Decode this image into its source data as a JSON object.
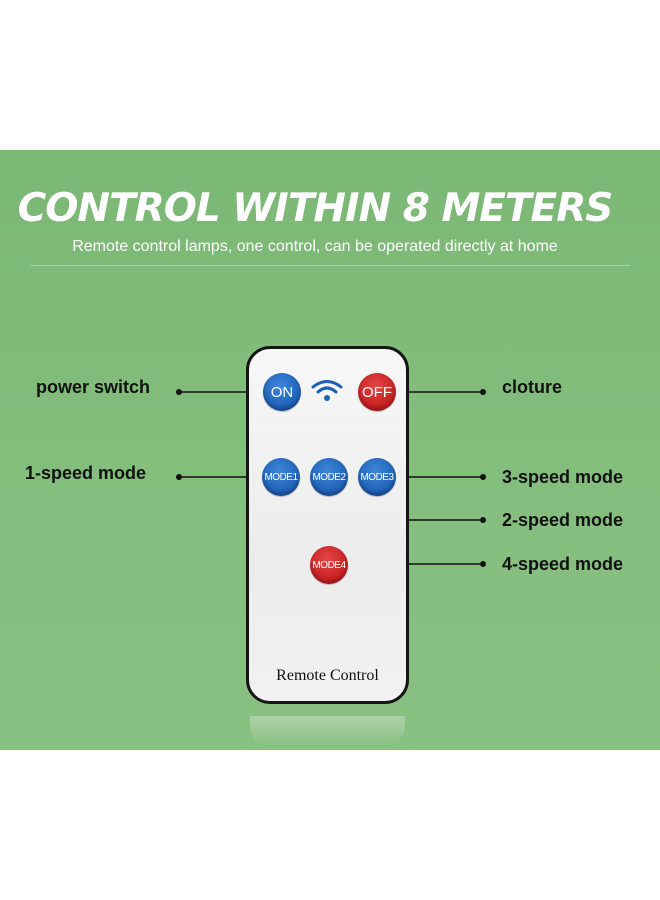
{
  "headline": "CONTROL WITHIN 8 METERS",
  "subheadline": "Remote control lamps, one control, can be operated directly at home",
  "labels": {
    "power_switch": "power switch",
    "cloture": "cloture",
    "speed1": "1-speed mode",
    "speed3": "3-speed mode",
    "speed2": "2-speed mode",
    "speed4": "4-speed mode"
  },
  "remote": {
    "on": "ON",
    "off": "OFF",
    "mode1": "MODE1",
    "mode2": "MODE2",
    "mode3": "MODE3",
    "mode4": "MODE4",
    "brand_text": "Remote Control",
    "signal_icon": "wifi-signal-icon"
  },
  "colors": {
    "background": "#83bd7c",
    "blue_button": "#1d5fb6",
    "red_button": "#c61f1f"
  }
}
